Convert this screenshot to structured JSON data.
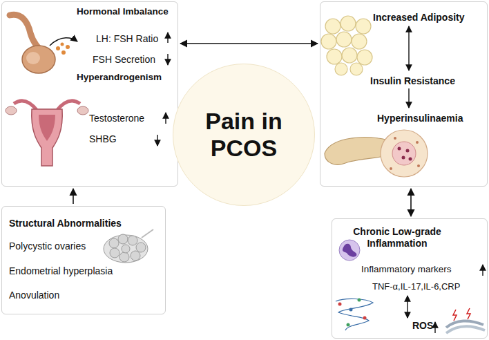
{
  "diagram": {
    "nodes": [
      {
        "text": [
          "Hormonal Imbalance",
          "LH: FSH Ratio",
          "FSH Secretion",
          "Hyperandrogenism",
          "Testosterone",
          "SHBG"
        ]
      },
      {
        "text": [
          "Structural Abnormalities",
          "Polycystic ovaries",
          "Endometrial hyperplasia",
          "Anovulation"
        ]
      },
      {
        "text": [
          "Pain in PCOS"
        ]
      },
      {
        "text": [
          "Increased Adiposity",
          "Insulin Resistance",
          "Hyperinsulinaemia"
        ]
      },
      {
        "text": [
          "Chronic Low-grade Inflammation",
          "Inflammatory markers",
          "TNF-α,IL-17,IL-6,CRP",
          "ROS"
        ]
      }
    ],
    "edges": [
      {
        "from": 1,
        "to": 0,
        "arrow": "to"
      },
      {
        "from": 0,
        "to": 3,
        "arrow": "both"
      },
      {
        "from": 3,
        "to": 4,
        "arrow": "both"
      }
    ]
  }
}
